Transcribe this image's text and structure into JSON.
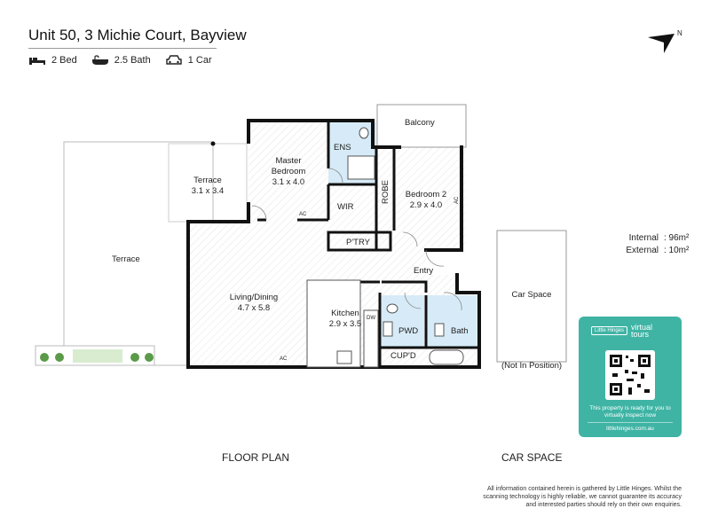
{
  "header": {
    "title": "Unit 50, 3 Michie Court, Bayview",
    "features": [
      {
        "icon": "bed-icon",
        "label": "2 Bed"
      },
      {
        "icon": "bath-icon",
        "label": "2.5 Bath"
      },
      {
        "icon": "car-icon",
        "label": "1 Car"
      }
    ]
  },
  "compass": {
    "label": "N"
  },
  "rooms": {
    "balcony": "Balcony",
    "ens": "ENS",
    "master_name": "Master",
    "master_name2": "Bedroom",
    "master_size": "3.1 x 4.0",
    "terrace_small_name": "Terrace",
    "terrace_small_size": "3.1 x 3.4",
    "terrace_large": "Terrace",
    "wir": "WIR",
    "robe": "ROBE",
    "bedroom2_name": "Bedroom 2",
    "bedroom2_size": "2.9 x 4.0",
    "ptry": "P'TRY",
    "entry": "Entry",
    "living_name": "Living/Dining",
    "living_size": "4.7 x 5.8",
    "kitchen_name": "Kitchen",
    "kitchen_size": "2.9 x 3.5",
    "dw": "DW",
    "pwd": "PWD",
    "bath": "Bath",
    "cupd": "CUP'D",
    "ac": "AC",
    "car_space": "Car Space",
    "not_in_position": "(Not In Position)"
  },
  "areas": [
    {
      "label": "Internal",
      "value": ":  96m²"
    },
    {
      "label": "External",
      "value": ":  10m²"
    }
  ],
  "sections": {
    "floor_plan": "FLOOR PLAN",
    "car_space": "CAR SPACE"
  },
  "virtual_tour": {
    "brand": "Little Hinges",
    "product_line1": "virtual",
    "product_line2": "tours",
    "message": "This property is ready for you to virtually inspect now",
    "url": "littlehinges.com.au",
    "accent": "#3fb4a5"
  },
  "disclaimer": "All information contained herein is gathered by Little Hinges. Whilst the scanning technology is highly reliable, we cannot guarantee its accuracy and interested parties should rely on their own enquiries."
}
